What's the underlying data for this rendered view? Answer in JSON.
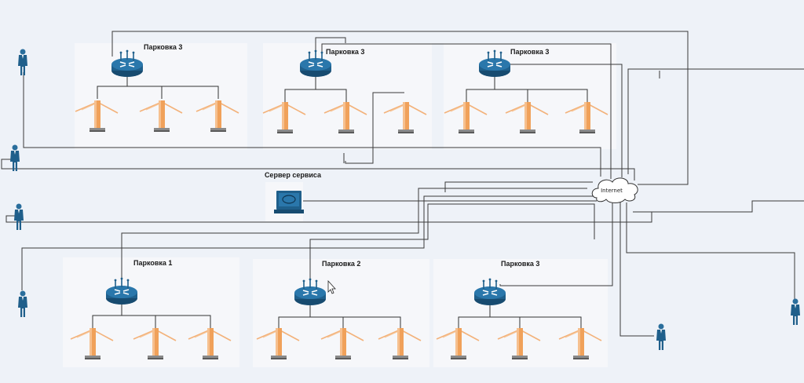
{
  "diagram": {
    "top_row": [
      {
        "label": "Парковка 3"
      },
      {
        "label": "Парковка 3"
      },
      {
        "label": "Парковка 3"
      }
    ],
    "bottom_row": [
      {
        "label": "Парковка 1"
      },
      {
        "label": "Парковка 2"
      },
      {
        "label": "Парковка 3"
      }
    ],
    "server": {
      "label": "Сервер сервиса"
    },
    "cloud": {
      "label": "Internet"
    }
  },
  "colors": {
    "background": "#eef2f8",
    "panel": "#f6f7fa",
    "router": "#1f5f8b",
    "barrier_arm": "#f3b27a",
    "barrier_post": "#f0a15a",
    "person": "#1f5f8b",
    "wire": "#3a3a3a"
  },
  "icons": {
    "router": "router-icon",
    "barrier": "barrier-gate-icon",
    "person": "person-icon",
    "server": "server-computer-icon",
    "cloud": "cloud-icon"
  }
}
